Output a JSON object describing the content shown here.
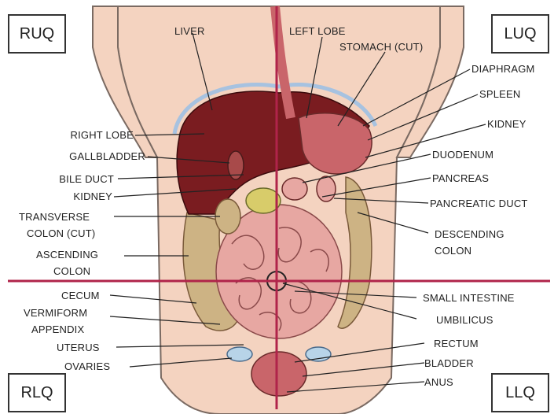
{
  "quadrants": {
    "ruq": "RUQ",
    "luq": "LUQ",
    "rlq": "RLQ",
    "llq": "LLQ"
  },
  "labels": {
    "liver": "LIVER",
    "left_lobe": "LEFT LOBE",
    "stomach": "STOMACH (CUT)",
    "diaphragm": "DIAPHRAGM",
    "spleen": "SPLEEN",
    "kidney_left": "KIDNEY",
    "duodenum": "DUODENUM",
    "pancreas": "PANCREAS",
    "pancreatic_duct": "PANCREATIC DUCT",
    "descending_colon_1": "DESCENDING",
    "descending_colon_2": "COLON",
    "right_lobe": "RIGHT LOBE",
    "gallbladder": "GALLBLADDER",
    "bile_duct": "BILE DUCT",
    "kidney_right": "KIDNEY",
    "transverse_colon_1": "TRANSVERSE",
    "transverse_colon_2": "COLON (CUT)",
    "ascending_colon_1": "ASCENDING",
    "ascending_colon_2": "COLON",
    "cecum": "CECUM",
    "vermiform_1": "VERMIFORM",
    "vermiform_2": "APPENDIX",
    "uterus": "UTERUS",
    "ovaries": "OVARIES",
    "small_intestine": "SMALL INTESTINE",
    "umbilicus": "UMBILICUS",
    "rectum": "RECTUM",
    "bladder": "BLADDER",
    "anus": "ANUS"
  },
  "colors": {
    "skin": "#f4d3c0",
    "skin_outline": "#7a6a62",
    "liver": "#7a1c20",
    "stomach": "#c9656a",
    "intestine": "#e7a7a2",
    "colon": "#cdb384",
    "quadrant_line": "#b0244a",
    "diaphragm": "#a7c2e0"
  }
}
